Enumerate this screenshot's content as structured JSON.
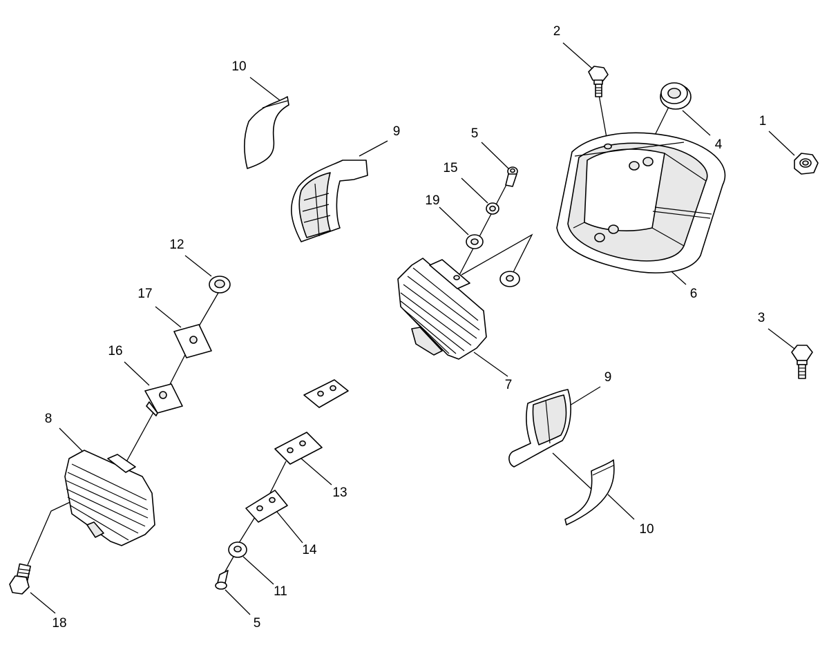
{
  "callouts": {
    "c1": "1",
    "c2": "2",
    "c3": "3",
    "c4": "4",
    "c5a": "5",
    "c5b": "5",
    "c6": "6",
    "c7": "7",
    "c8": "8",
    "c9a": "9",
    "c9b": "9",
    "c10a": "10",
    "c10b": "10",
    "c11": "11",
    "c12": "12",
    "c13": "13",
    "c14": "14",
    "c15": "15",
    "c16": "16",
    "c17": "17",
    "c18": "18",
    "c19": "19"
  }
}
